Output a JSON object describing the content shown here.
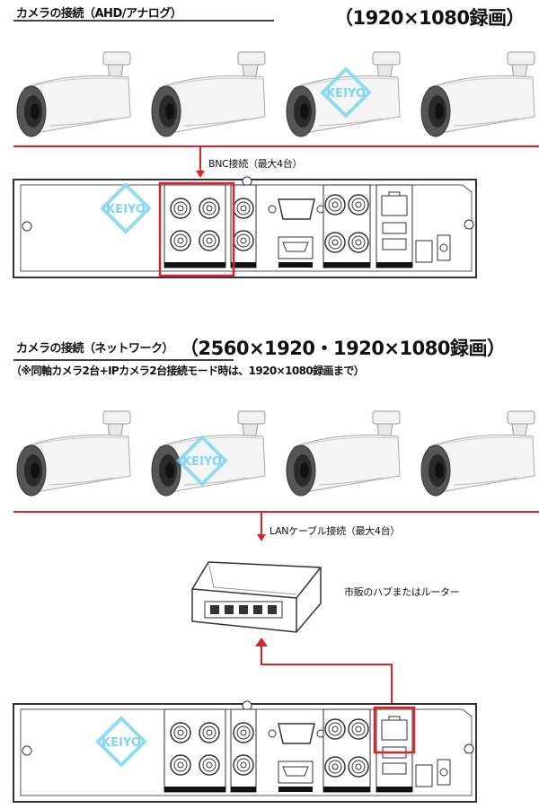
{
  "section_analog": {
    "title": "カメラの接続（AHD/アナログ）",
    "resolution": "（1920×1080録画）",
    "connection_label": "BNC接続（最大4台）",
    "camera_count": 4
  },
  "section_network": {
    "title": "カメラの接続（ネットワーク）",
    "resolution": "（2560×1920・1920×1080録画）",
    "note": "（※同軸カメラ2台+IPカメラ2台接続モード時は、1920×1080録画まで）",
    "connection_label": "LANケーブル接続（最大4台）",
    "hub_label": "市販のハブまたはルーター",
    "camera_count": 4
  },
  "watermark": "KEIYO",
  "colors": {
    "highlight": "#d8232a",
    "watermark": "#7fd6ef"
  }
}
